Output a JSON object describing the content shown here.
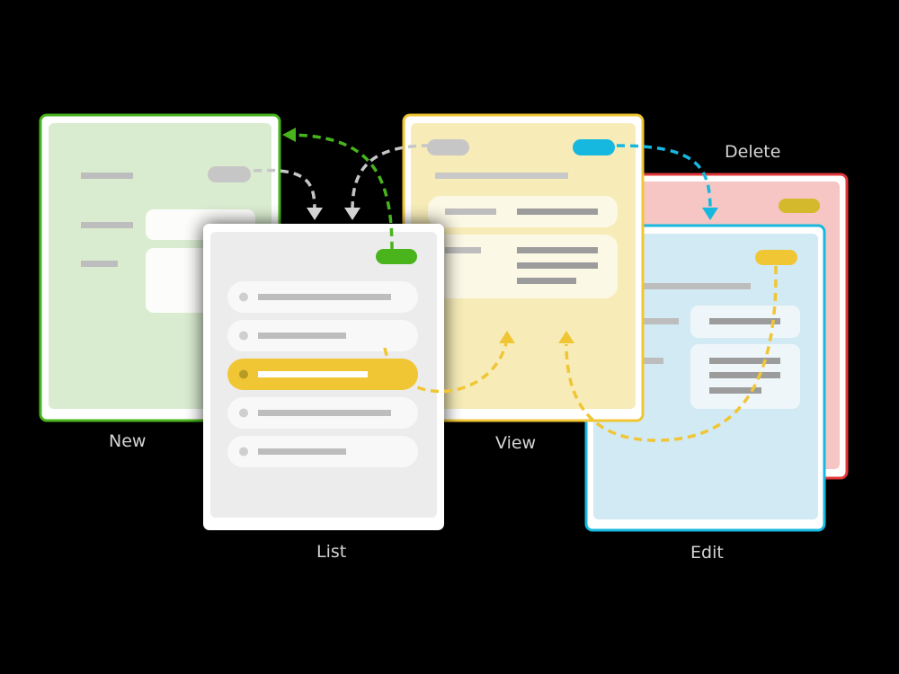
{
  "screens": {
    "new": {
      "label": "New",
      "border": "#48b41c",
      "fill": "#daecd0"
    },
    "list": {
      "label": "List",
      "border": "#d4d4d4",
      "fill": "#ececec"
    },
    "view": {
      "label": "View",
      "border": "#f0c634",
      "fill": "#f7ecb8"
    },
    "delete": {
      "label": "Delete",
      "border": "#e0383a",
      "fill": "#f5c6c4"
    },
    "edit": {
      "label": "Edit",
      "border": "#16b8e0",
      "fill": "#d2eaf3"
    }
  },
  "colors": {
    "green": "#48b41c",
    "gray": "#c6c6c6",
    "yellow": "#f0c634",
    "cyan": "#16b8e0",
    "bar": "#bdbdbd",
    "bar_dark": "#9c9c9c"
  },
  "list_items": 5,
  "selected_list_item": 2
}
